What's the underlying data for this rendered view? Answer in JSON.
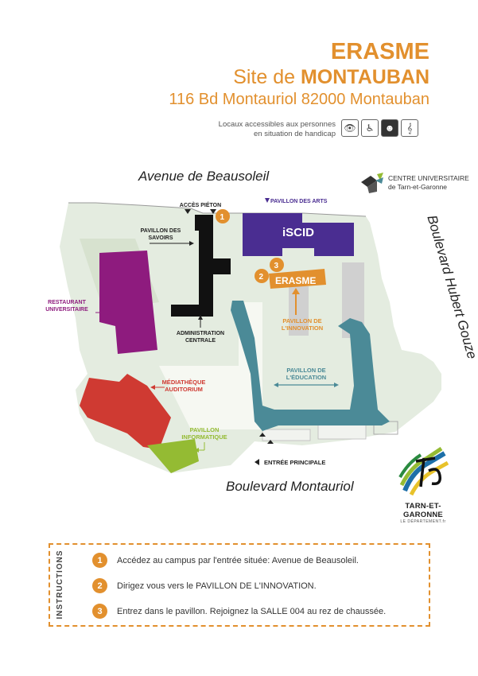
{
  "header": {
    "brand": "ERASME",
    "site_prefix": "Site de",
    "site_city": "MONTAUBAN",
    "address": "116 Bd Montauriol 82000 Montauban"
  },
  "accessibility": {
    "line1": "Locaux accessibles aux personnes",
    "line2": "en situation de handicap",
    "icons": [
      "eye-icon",
      "wheelchair-icon",
      "head-profile-icon",
      "hearing-icon"
    ]
  },
  "streets": {
    "north": "Avenue de Beausoleil",
    "east": "Boulevard Hubert Gouze",
    "south": "Boulevard Montauriol"
  },
  "logos": {
    "cu_line1": "CENTRE UNIVERSITAIRE",
    "cu_line2": "de Tarn-et-Garonne",
    "tg_name": "TARN-ET-GARONNE",
    "tg_sub": "LE DÉPARTEMENT.fr"
  },
  "map_labels": {
    "acces_pieton": "ACCÈS PIÉTON",
    "pavillon_arts": "PAVILLON DES ARTS",
    "iscid": "iSCID",
    "pavillon_savoirs_1": "PAVILLON DES",
    "pavillon_savoirs_2": "SAVOIRS",
    "erasme": "ERASME",
    "innovation_1": "PAVILLON DE",
    "innovation_2": "L'INNOVATION",
    "restaurant_1": "RESTAURANT",
    "restaurant_2": "UNIVERSITAIRE",
    "admin_1": "ADMINISTRATION",
    "admin_2": "CENTRALE",
    "education_1": "PAVILLON DE",
    "education_2": "L'ÉDUCATION",
    "mediatheque_1": "MÉDIATHÈQUE",
    "mediatheque_2": "AUDITORIUM",
    "informatique_1": "PAVILLON",
    "informatique_2": "INFORMATIQUE",
    "entree": "ENTRÉE PRINCIPALE",
    "marker1": "1",
    "marker2": "2",
    "marker3": "3"
  },
  "colors": {
    "accent": "#e2902e",
    "arts": "#4a2d91",
    "savoirs": "#111111",
    "restaurant": "#8e1b7e",
    "education": "#4b8a97",
    "mediatheque": "#cf3a32",
    "informatique": "#94bb33",
    "ground": "#e4ece0",
    "building_grey": "#d0d0d0"
  },
  "instructions": {
    "title": "INSTRUCTIONS",
    "steps": [
      {
        "num": "1",
        "text": "Accédez au campus par l'entrée située: Avenue de Beausoleil."
      },
      {
        "num": "2",
        "text": "Dirigez vous vers le PAVILLON DE L'INNOVATION."
      },
      {
        "num": "3",
        "text": "Entrez dans le pavillon. Rejoignez la SALLE 004 au rez de chaussée."
      }
    ]
  }
}
